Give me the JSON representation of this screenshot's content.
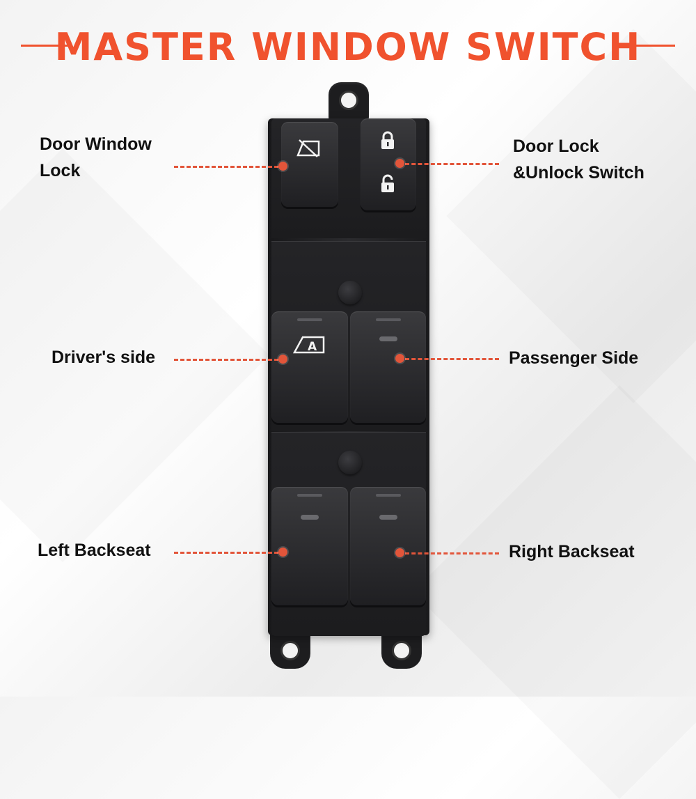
{
  "title": "MASTER WINDOW SWITCH",
  "labels": {
    "door_window_lock": "Door Window\nLock",
    "door_lock_switch": "Door Lock\n&Unlock Switch",
    "drivers_side": "Driver's side",
    "passenger_side": "Passenger Side",
    "left_backseat": "Left Backseat",
    "right_backseat": "Right Backseat"
  },
  "colors": {
    "accent": "#f0522e",
    "callout": "#e2553a",
    "switch_body": "#1d1d1f"
  },
  "icons": {
    "window_lock": "window-lock-icon",
    "lock": "padlock-closed-icon",
    "unlock": "padlock-open-icon",
    "auto_window": "auto-window-icon"
  }
}
